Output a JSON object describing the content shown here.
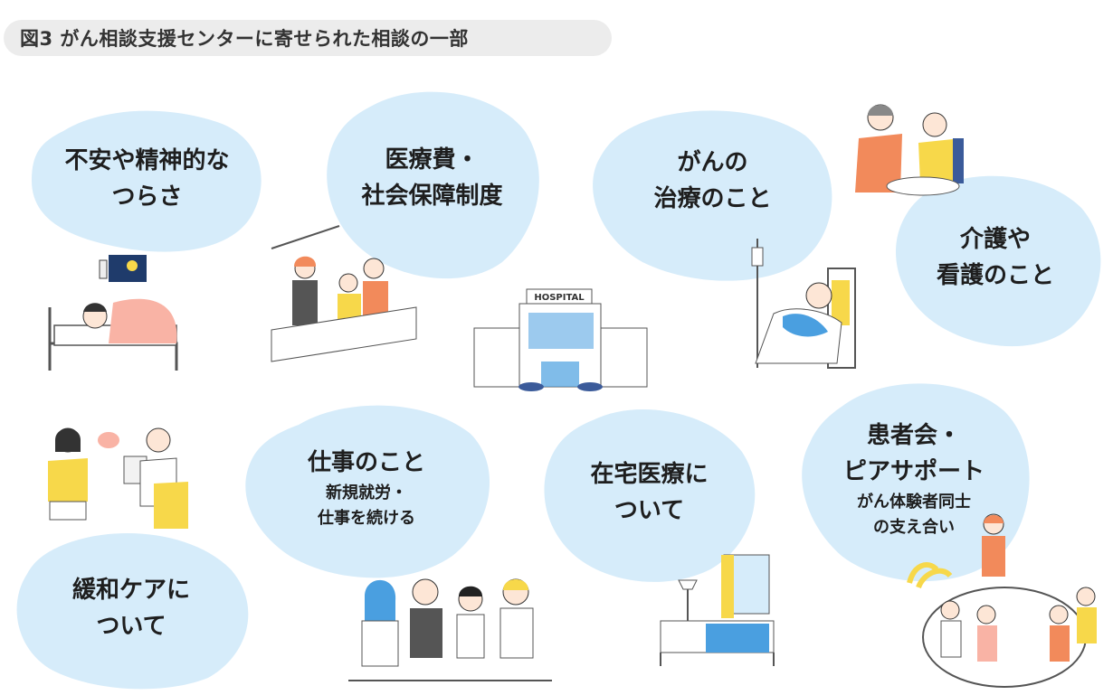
{
  "title": "図3 がん相談支援センターに寄せられた相談の一部",
  "colors": {
    "blob": "#d6ecfa",
    "title_bg": "#ececec",
    "accent_pink": "#f9b3a5",
    "accent_yellow": "#f7d84a",
    "accent_blue": "#4a9fe0",
    "accent_orange": "#f28a5b"
  },
  "topics": [
    {
      "lines": [
        "不安や精神的な",
        "つらさ"
      ]
    },
    {
      "lines": [
        "医療費・",
        "社会保障制度"
      ]
    },
    {
      "lines": [
        "がんの",
        "治療のこと"
      ]
    },
    {
      "lines": [
        "介護や",
        "看護のこと"
      ]
    },
    {
      "lines": [
        "緩和ケアに",
        "ついて"
      ]
    },
    {
      "lines": [
        "仕事のこと"
      ],
      "sub": [
        "新規就労・",
        "仕事を続ける"
      ]
    },
    {
      "lines": [
        "在宅医療に",
        "ついて"
      ]
    },
    {
      "lines": [
        "患者会・",
        "ピアサポート"
      ],
      "sub": [
        "がん体験者同士",
        "の支え合い"
      ]
    }
  ],
  "hospital_sign": "HOSPITAL",
  "icons": [
    "sleeping-person-illustration",
    "reception-counter-illustration",
    "hospital-building-illustration",
    "patient-in-bed-illustration",
    "caregiver-meal-illustration",
    "consultation-illustration",
    "business-meeting-illustration",
    "home-bed-illustration",
    "support-group-illustration"
  ]
}
